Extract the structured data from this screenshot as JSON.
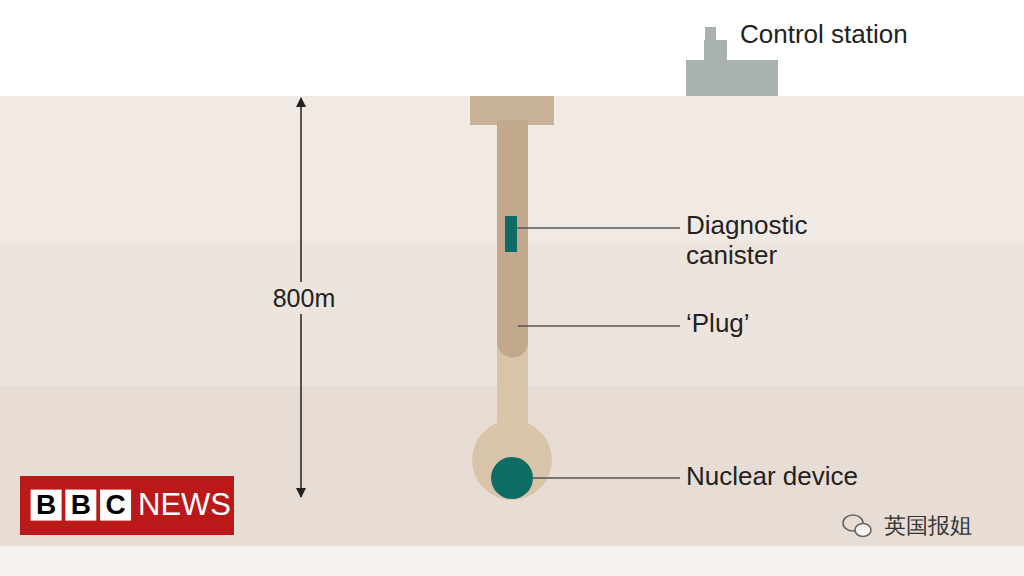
{
  "diagram": {
    "labels": [
      "Control station",
      "Diagnostic canister",
      "‘Plug’",
      "Nuclear device",
      "800m",
      "BBC",
      "NEWS",
      "英国报姐"
    ]
  }
}
